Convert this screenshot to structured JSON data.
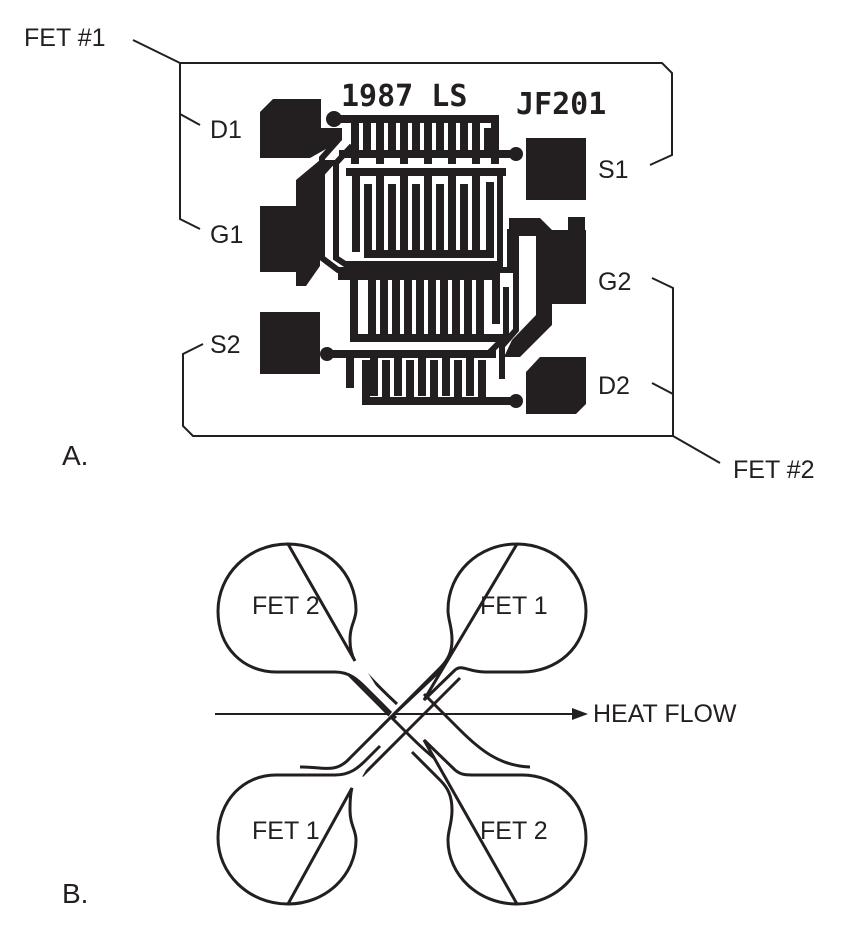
{
  "panel_a": {
    "label": "A.",
    "chip_marking_left": "1987 LS",
    "chip_marking_right": "JF201",
    "group_labels": {
      "fet1": "FET #1",
      "fet2": "FET #2"
    },
    "pins": {
      "d1": "D1",
      "g1": "G1",
      "s1": "S1",
      "s2": "S2",
      "g2": "G2",
      "d2": "D2"
    }
  },
  "panel_b": {
    "label": "B.",
    "lobes": {
      "top_left": "FET 2",
      "top_right": "FET 1",
      "bottom_left": "FET 1",
      "bottom_right": "FET 2"
    },
    "arrow_label": "HEAT FLOW"
  },
  "colors": {
    "ink": "#231f20",
    "background": "#ffffff"
  }
}
